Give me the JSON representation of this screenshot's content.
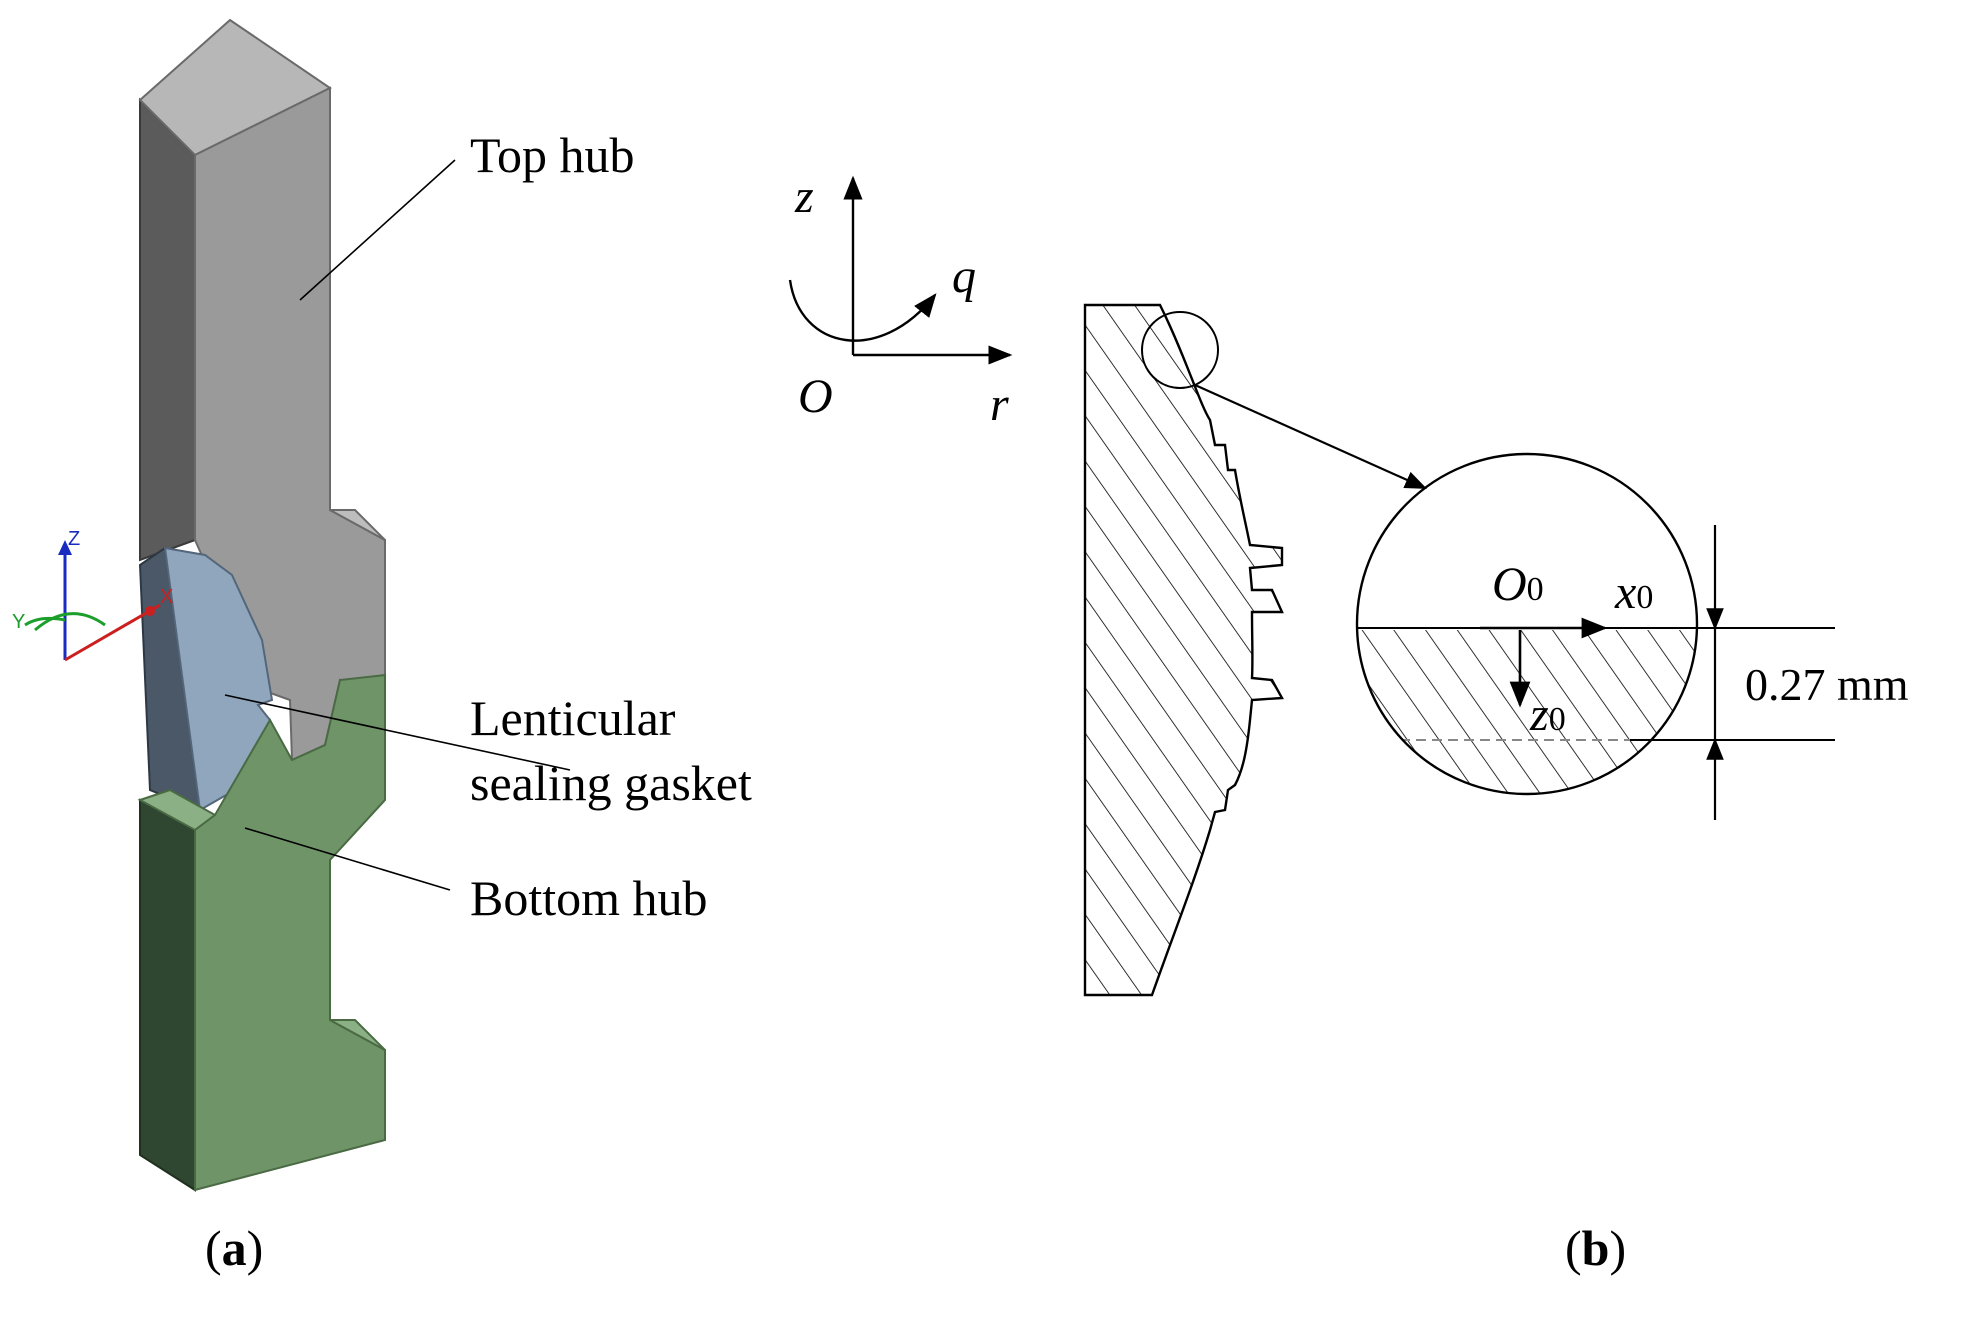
{
  "panel_a": {
    "label_top_hub": "Top hub",
    "label_gasket_line1": "Lenticular",
    "label_gasket_line2": "sealing gasket",
    "label_bottom_hub": "Bottom hub",
    "triad": {
      "z": "Z",
      "x": "X",
      "y": "Y"
    },
    "caption_open": "(",
    "caption_letter": "a",
    "caption_close": ")",
    "colors": {
      "top_hub": "#9a9a9a",
      "gasket": "#8fa6bd",
      "bottom_hub": "#6e9468"
    }
  },
  "panel_b": {
    "axis_z": "z",
    "axis_q": "q",
    "axis_r": "r",
    "origin": "O",
    "detail_origin": "O",
    "detail_origin_sub": "0",
    "detail_x": "x",
    "detail_x_sub": "0",
    "detail_z": "z",
    "detail_z_sub": "0",
    "dimension": "0.27 mm",
    "caption_open": "(",
    "caption_letter": "b",
    "caption_close": ")"
  }
}
